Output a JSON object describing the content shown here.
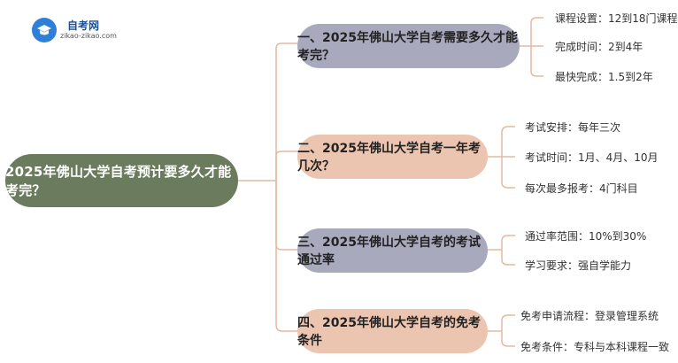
{
  "logo": {
    "title": "自考网",
    "subtitle": "zikao-zikao.com",
    "icon": "graduation-cap-icon",
    "color": "#2f7fd8"
  },
  "colors": {
    "root": "#6b7b5d",
    "branch_purple": "#a9a9bd",
    "branch_peach": "#ecc5b0",
    "connector": "#e3b9a1"
  },
  "mindmap": {
    "root": "2025年佛山大学自考预计要多久才能考完？",
    "branches": [
      {
        "label": "一、2025年佛山大学自考需要多久才能考完？",
        "leaves": [
          "课程设置：12到18门课程",
          "完成时间：2到4年",
          "最快完成：1.5到2年"
        ]
      },
      {
        "label": "二、2025年佛山大学自考一年考几次？",
        "leaves": [
          "考试安排：每年三次",
          "考试时间：1月、4月、10月",
          "每次最多报考：4门科目"
        ]
      },
      {
        "label": "三、2025年佛山大学自考的考试通过率",
        "leaves": [
          "通过率范围：10%到30%",
          "学习要求：强自学能力"
        ]
      },
      {
        "label": "四、2025年佛山大学自考的免考条件",
        "leaves": [
          "免考申请流程：登录管理系统",
          "免考条件：专科与本科课程一致"
        ]
      }
    ]
  }
}
